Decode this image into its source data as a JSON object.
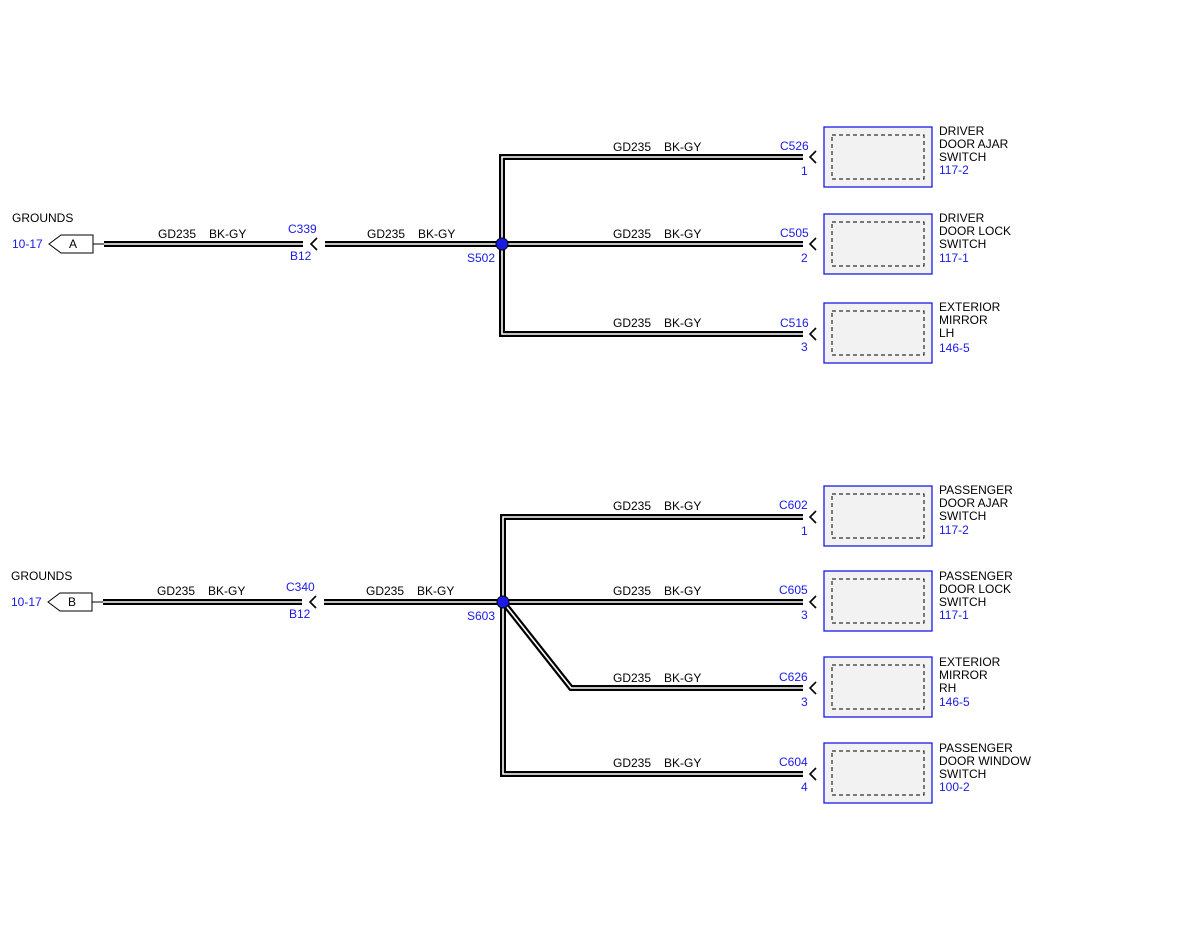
{
  "colors": {
    "link_blue": "#1a1ae6",
    "wire": "#000000",
    "component_fill": "#f2f2f2"
  },
  "circuits": [
    {
      "grounds": {
        "label": "GROUNDS",
        "page_ref": "10-17",
        "flag": "A"
      },
      "inline_connector": {
        "id": "C339",
        "pin": "B12"
      },
      "wire_left": {
        "circuit": "GD235",
        "color": "BK-GY"
      },
      "wire_mid": {
        "circuit": "GD235",
        "color": "BK-GY"
      },
      "splice": "S502",
      "branches": [
        {
          "circuit": "GD235",
          "color": "BK-GY",
          "connector": "C526",
          "pin": "1",
          "component": [
            "DRIVER",
            "DOOR AJAR",
            "SWITCH"
          ],
          "page_ref": "117-2"
        },
        {
          "circuit": "GD235",
          "color": "BK-GY",
          "connector": "C505",
          "pin": "2",
          "component": [
            "DRIVER",
            "DOOR LOCK",
            "SWITCH"
          ],
          "page_ref": "117-1"
        },
        {
          "circuit": "GD235",
          "color": "BK-GY",
          "connector": "C516",
          "pin": "3",
          "component": [
            "EXTERIOR",
            "MIRROR",
            "LH"
          ],
          "page_ref": "146-5"
        }
      ]
    },
    {
      "grounds": {
        "label": "GROUNDS",
        "page_ref": "10-17",
        "flag": "B"
      },
      "inline_connector": {
        "id": "C340",
        "pin": "B12"
      },
      "wire_left": {
        "circuit": "GD235",
        "color": "BK-GY"
      },
      "wire_mid": {
        "circuit": "GD235",
        "color": "BK-GY"
      },
      "splice": "S603",
      "branches": [
        {
          "circuit": "GD235",
          "color": "BK-GY",
          "connector": "C602",
          "pin": "1",
          "component": [
            "PASSENGER",
            "DOOR AJAR",
            "SWITCH"
          ],
          "page_ref": "117-2"
        },
        {
          "circuit": "GD235",
          "color": "BK-GY",
          "connector": "C605",
          "pin": "3",
          "component": [
            "PASSENGER",
            "DOOR LOCK",
            "SWITCH"
          ],
          "page_ref": "117-1"
        },
        {
          "circuit": "GD235",
          "color": "BK-GY",
          "connector": "C626",
          "pin": "3",
          "component": [
            "EXTERIOR",
            "MIRROR",
            "RH"
          ],
          "page_ref": "146-5"
        },
        {
          "circuit": "GD235",
          "color": "BK-GY",
          "connector": "C604",
          "pin": "4",
          "component": [
            "PASSENGER",
            "DOOR WINDOW",
            "SWITCH"
          ],
          "page_ref": "100-2"
        }
      ]
    }
  ]
}
